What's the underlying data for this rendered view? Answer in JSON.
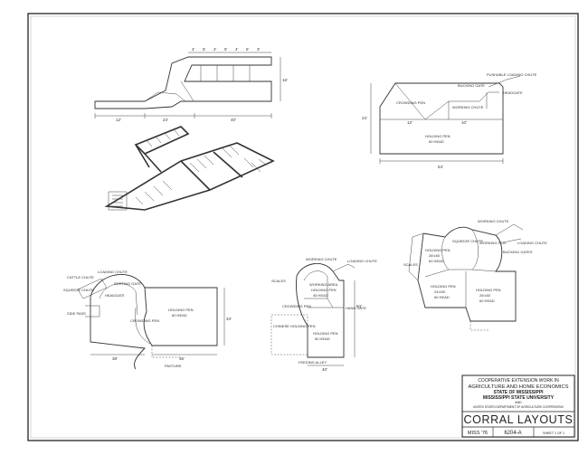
{
  "title_block": {
    "line1": "COOPERATIVE EXTENSION WORK IN",
    "line2": "AGRICULTURE AND HOME ECONOMICS",
    "line3": "STATE OF MISSISSIPPI",
    "line4": "MISSISSIPPI STATE UNIVERSITY",
    "line5": "AND",
    "line6": "UNITED STATES DEPARTMENT OF AGRICULTURE COOPERATING",
    "drawing_title": "CORRAL LAYOUTS",
    "miss": "MISS '76",
    "number": "6204-A",
    "sheet": "SHEET 1 OF 1"
  },
  "layout_a": {
    "dims_top": [
      "4'",
      "5'",
      "4'",
      "5'",
      "4'",
      "5'",
      "3'"
    ],
    "dim_left": "12'",
    "dim_mid": "24'",
    "dim_right": "40'",
    "dim_side": "16'"
  },
  "layout_b": {
    "pushable_loading_chute": "PUSHABLE LOADING CHUTE",
    "bucking_gate": "BUCKING GATE",
    "headgate": "HEADGATE",
    "crowding_pen": "CROWDING PEN",
    "working_chute": "WORKING CHUTE",
    "holding_pen": "HOLDING PEN",
    "holding_pen_count": "60 HEAD",
    "dim_width": "54'",
    "dim_height": "24'",
    "dim_top_a": "12'",
    "dim_top_b": "10'"
  },
  "layout_c": {
    "loading_chute": "LOADING CHUTE",
    "sorting_gate": "SORTING GATE",
    "cattle_chute": "CATTLE CHUTE",
    "squeeze_chute": "SQUEEZE CHUTE",
    "side_pass": "SIDE PASS",
    "headgate": "HEADGATE",
    "crowding_pen": "CROWDING PEN",
    "holding_pen": "HOLDING PEN",
    "holding_pen_count": "60 HEAD",
    "pasture": "PASTURE",
    "dim_left": "38'",
    "dim_right": "36'",
    "dim_side": "34'"
  },
  "layout_d": {
    "working_chute": "WORKING CHUTE",
    "loading_chute": "LOADING CHUTE",
    "scales": "SCALES",
    "working_area": "WORKING AREA",
    "holding_pen_a": "HOLDING PEN",
    "holding_pen_a_count": "45 HEAD",
    "crowding_pen": "CROWDING PEN",
    "hand_gate": "HAND GATE",
    "chinese_holding_pen": "CHINESE HOLDING PEN",
    "holding_pen_b": "HOLDING PEN",
    "holding_pen_b_count": "50 HEAD",
    "feeding_alley": "FEEDING ALLEY",
    "dim_bottom": "40'",
    "dim_side": "64'"
  },
  "layout_e": {
    "working_chute": "WORKING CHUTE",
    "squeeze_chute": "SQUEEZE CHUTE",
    "working_pen": "WORKING PEN",
    "loading_chute": "LOADING CHUTE",
    "bucking_gates": "BUCKING GATES",
    "holding_pen_a": "HOLDING PEN",
    "holding_pen_a_dim": "26'x36'",
    "holding_pen_a_count": "60 HEAD",
    "scales": "SCALES",
    "holding_pen_b": "HOLDING PEN",
    "holding_pen_b_dim": "24'x36'",
    "holding_pen_b_count": "60 HEAD",
    "holding_pen_c": "HOLDING PEN",
    "holding_pen_c_dim": "26'x36'",
    "holding_pen_c_count": "60 HEAD"
  }
}
